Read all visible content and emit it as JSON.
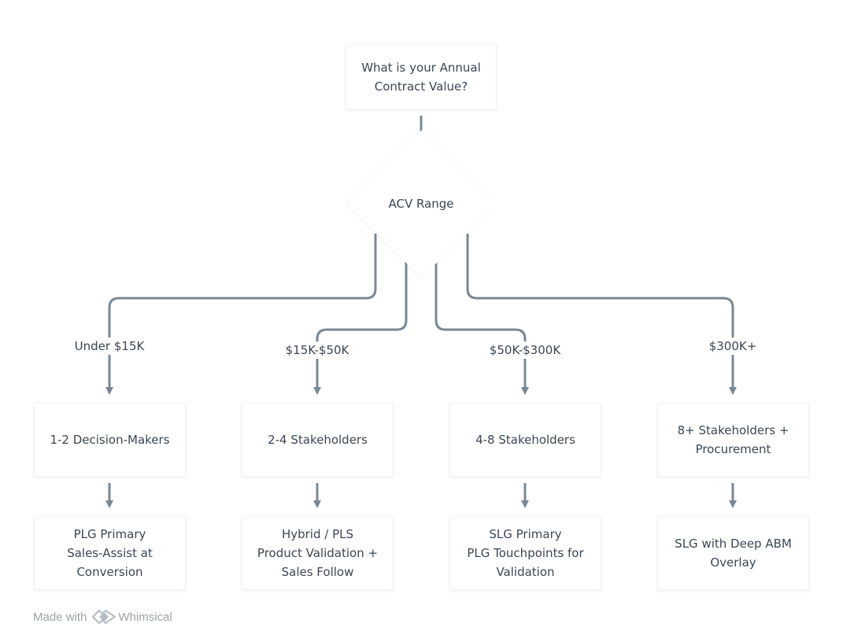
{
  "diagram": {
    "question": "What is your Annual\nContract Value?",
    "decision": "ACV Range",
    "branches": [
      {
        "edge_label": "Under $15K",
        "stakeholders": "1-2 Decision-Makers",
        "strategy": "PLG Primary\nSales-Assist at\nConversion"
      },
      {
        "edge_label": "$15K-$50K",
        "stakeholders": "2-4 Stakeholders",
        "strategy": "Hybrid / PLS\nProduct Validation +\nSales Follow"
      },
      {
        "edge_label": "$50K-$300K",
        "stakeholders": "4-8 Stakeholders",
        "strategy": "SLG Primary\nPLG Touchpoints for\nValidation"
      },
      {
        "edge_label": "$300K+",
        "stakeholders": "8+ Stakeholders +\nProcurement",
        "strategy": "SLG with Deep ABM\nOverlay"
      }
    ]
  },
  "footer": {
    "made_with": "Made with",
    "brand": "Whimsical"
  },
  "colors": {
    "connector": "#7a8794",
    "text": "#3a4656",
    "footer_text": "#9aa3ad"
  }
}
